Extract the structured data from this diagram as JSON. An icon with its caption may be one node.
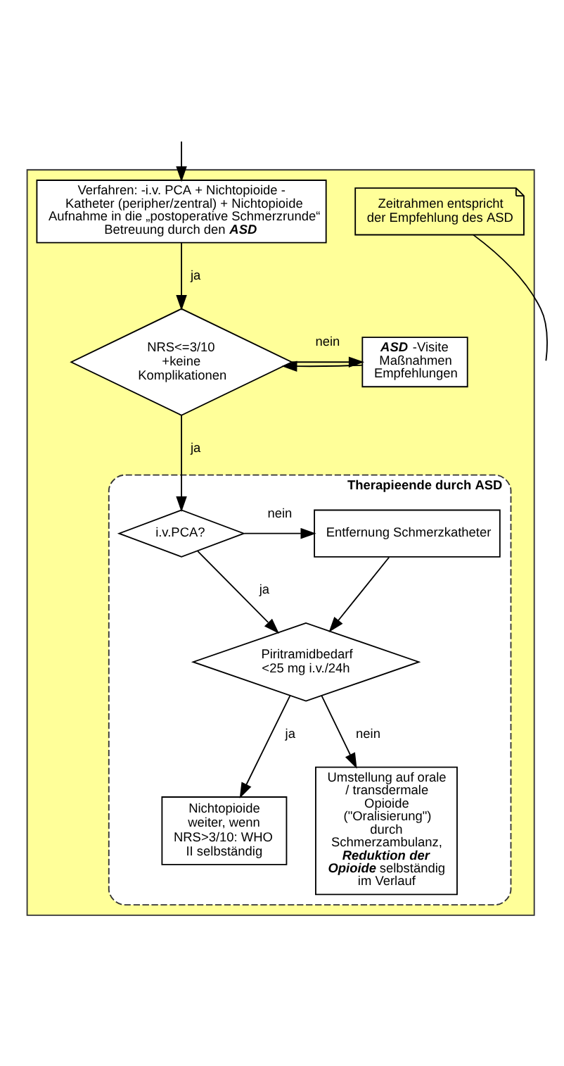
{
  "diagram": {
    "nodes": [
      {
        "text": [],
        "shape": "box"
      },
      {
        "text": [
          "Verfahren: -i.v. PCA + Nichtopioide - Katheter (peripher/zentral) + Nichtopioide",
          "Aufnahme in die „postoperative Schmerzrunde“ Betreuung durch den **ASD**"
        ],
        "in": 0
      },
      {
        "text": [
          "**ASD**-Visite Maßnahmen Empfehlungen"
        ],
        "in": 0
      },
      {
        "text": [
          "NRS<=3/10 +keine Komplikationen"
        ],
        "in": 0
      },
      {
        "text": [
          "Zeitrahmen entspricht der Empfehlung des ASD"
        ],
        "in": 0
      },
      {
        "text": [
          "Therapieende durch ASD"
        ],
        "in": 0
      },
      {
        "text": [
          "i.v.PCA?"
        ],
        "in": 5
      },
      {
        "text": [
          "Entfernung Schmerzkatheter"
        ],
        "in": 5
      },
      {
        "text": [
          "Piritramidbedarf <25 mg i.v./24h"
        ],
        "in": 5
      },
      {
        "text": [
          "Nichtopioide weiter, wenn NRS>3/10: WHO II selbständig"
        ],
        "in": 5
      },
      {
        "text": [
          "Umstellung auf orale / transdermale Opioide (\"Oralisierung\") durch Schmerzambulanz, **Reduktion der Opioide** selbständig im Verlauf"
        ],
        "in": 5
      }
    ],
    "edges": [
      {
        "from": null,
        "to": 1,
        "arrow": "to"
      },
      {
        "from": 1,
        "to": 3,
        "arrow": "to",
        "label": "ja"
      },
      {
        "from": 3,
        "to": 2,
        "arrow": "to",
        "label": "nein"
      },
      {
        "from": 2,
        "to": 3,
        "arrow": "to"
      },
      {
        "from": 3,
        "to": 6,
        "arrow": "to",
        "label": "ja"
      },
      {
        "from": 4,
        "to": null,
        "arrow": "none"
      },
      {
        "from": 6,
        "to": 7,
        "arrow": "to",
        "label": "nein"
      },
      {
        "from": 6,
        "to": 8,
        "arrow": "to",
        "label": "ja"
      },
      {
        "from": 7,
        "to": 8,
        "arrow": "to"
      },
      {
        "from": 8,
        "to": 9,
        "arrow": "to",
        "label": "ja"
      },
      {
        "from": 8,
        "to": 10,
        "arrow": "to",
        "label": "nein"
      }
    ]
  }
}
